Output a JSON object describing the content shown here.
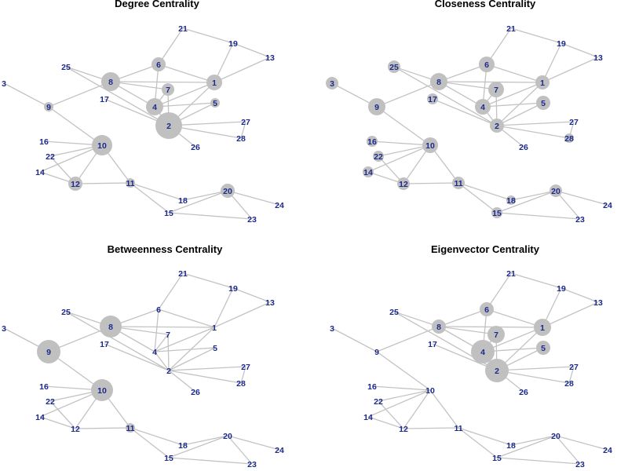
{
  "panels": [
    {
      "title": "Degree Centrality",
      "sizes": {
        "1": 10,
        "2": 17,
        "4": 11,
        "5": 6,
        "6": 9,
        "7": 8,
        "8": 12,
        "9": 6,
        "10": 13,
        "11": 6,
        "12": 9,
        "20": 9
      }
    },
    {
      "title": "Closeness Centrality",
      "sizes": {
        "1": 9,
        "2": 9,
        "3": 8,
        "4": 10,
        "5": 9,
        "6": 10,
        "7": 10,
        "8": 11,
        "9": 11,
        "10": 10,
        "11": 8,
        "12": 8,
        "14": 7,
        "15": 7,
        "16": 7,
        "17": 7,
        "18": 6,
        "20": 8,
        "22": 7,
        "25": 8,
        "28": 6
      }
    },
    {
      "title": "Betweenness Centrality",
      "sizes": {
        "8": 14,
        "9": 15,
        "10": 14,
        "11": 6
      }
    },
    {
      "title": "Eigenvector Centrality",
      "sizes": {
        "1": 11,
        "2": 15,
        "4": 15,
        "5": 9,
        "6": 9,
        "7": 11,
        "8": 9
      }
    }
  ],
  "node_labels": [
    "1",
    "2",
    "3",
    "4",
    "5",
    "6",
    "7",
    "8",
    "9",
    "10",
    "11",
    "12",
    "13",
    "14",
    "15",
    "16",
    "17",
    "18",
    "19",
    "20",
    "21",
    "22",
    "23",
    "24",
    "25",
    "26",
    "27",
    "28"
  ],
  "edges": [
    [
      "21",
      "6"
    ],
    [
      "21",
      "19"
    ],
    [
      "19",
      "1"
    ],
    [
      "19",
      "13"
    ],
    [
      "13",
      "1"
    ],
    [
      "6",
      "8"
    ],
    [
      "6",
      "4"
    ],
    [
      "6",
      "1"
    ],
    [
      "8",
      "7"
    ],
    [
      "8",
      "4"
    ],
    [
      "8",
      "1"
    ],
    [
      "8",
      "9"
    ],
    [
      "25",
      "8"
    ],
    [
      "25",
      "2"
    ],
    [
      "17",
      "2"
    ],
    [
      "7",
      "4"
    ],
    [
      "7",
      "2"
    ],
    [
      "4",
      "1"
    ],
    [
      "4",
      "5"
    ],
    [
      "4",
      "2"
    ],
    [
      "1",
      "2"
    ],
    [
      "5",
      "2"
    ],
    [
      "2",
      "26"
    ],
    [
      "2",
      "27"
    ],
    [
      "2",
      "28"
    ],
    [
      "27",
      "28"
    ],
    [
      "3",
      "9"
    ],
    [
      "9",
      "10"
    ],
    [
      "10",
      "16"
    ],
    [
      "10",
      "22"
    ],
    [
      "10",
      "14"
    ],
    [
      "10",
      "12"
    ],
    [
      "10",
      "11"
    ],
    [
      "22",
      "12"
    ],
    [
      "14",
      "12"
    ],
    [
      "12",
      "11"
    ],
    [
      "11",
      "18"
    ],
    [
      "11",
      "15"
    ],
    [
      "18",
      "20"
    ],
    [
      "15",
      "20"
    ],
    [
      "15",
      "23"
    ],
    [
      "20",
      "23"
    ],
    [
      "20",
      "24"
    ]
  ],
  "colors": {
    "edge": "#c3c3c3",
    "node": "#c0c0c0",
    "label": "#1c2a8c",
    "title": "#000000"
  }
}
